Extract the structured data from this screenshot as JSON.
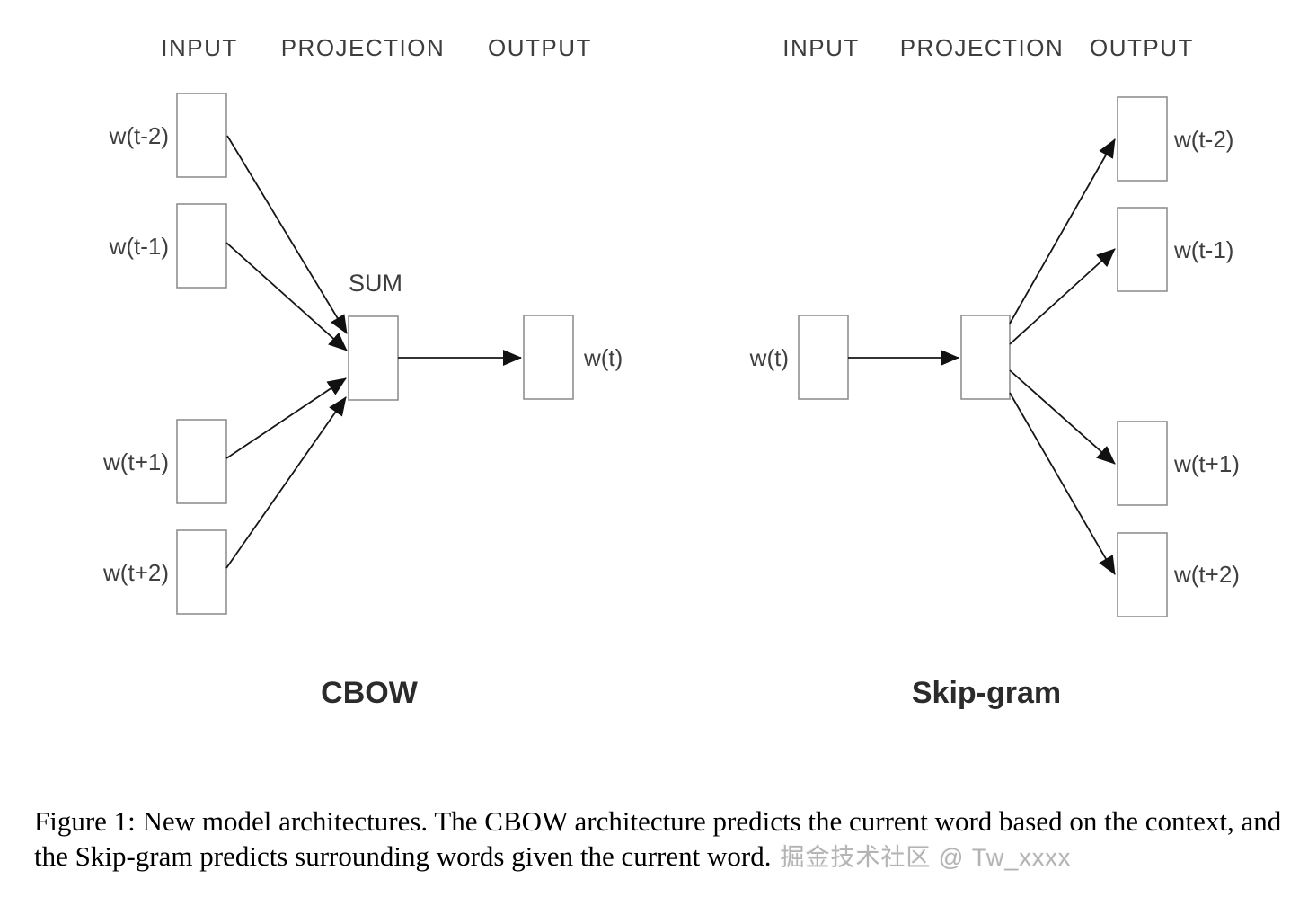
{
  "headers": {
    "input": "INPUT",
    "projection": "PROJECTION",
    "output": "OUTPUT"
  },
  "cbow": {
    "title": "CBOW",
    "sum_label": "SUM",
    "input_labels": [
      "w(t-2)",
      "w(t-1)",
      "w(t+1)",
      "w(t+2)"
    ],
    "output_label": "w(t)"
  },
  "skipgram": {
    "title": "Skip-gram",
    "input_label": "w(t)",
    "output_labels": [
      "w(t-2)",
      "w(t-1)",
      "w(t+1)",
      "w(t+2)"
    ]
  },
  "caption": {
    "text": "Figure 1: New model architectures. The CBOW architecture predicts the current word based on the context, and the Skip-gram predicts surrounding words given the current word.",
    "watermark": "掘金技术社区 @ Tw_xxxx"
  },
  "colors": {
    "box_border": "#8f8f8f",
    "edge": "#161616",
    "text": "#3d3d3d",
    "caption": "#000000",
    "watermark": "#b3b3b3",
    "background": "#ffffff"
  }
}
